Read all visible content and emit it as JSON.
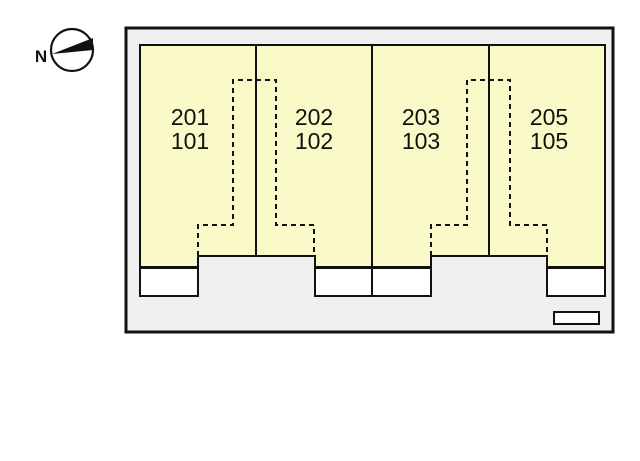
{
  "compass": {
    "letter": "N",
    "icon": "north-arrow-icon"
  },
  "colors": {
    "unit_fill": "#fafac8",
    "building_fill": "#f0f0f0",
    "outline": "#111111",
    "background": "#ffffff"
  },
  "units": [
    {
      "upper": "201",
      "lower": "101"
    },
    {
      "upper": "202",
      "lower": "102"
    },
    {
      "upper": "203",
      "lower": "103"
    },
    {
      "upper": "205",
      "lower": "105"
    }
  ]
}
